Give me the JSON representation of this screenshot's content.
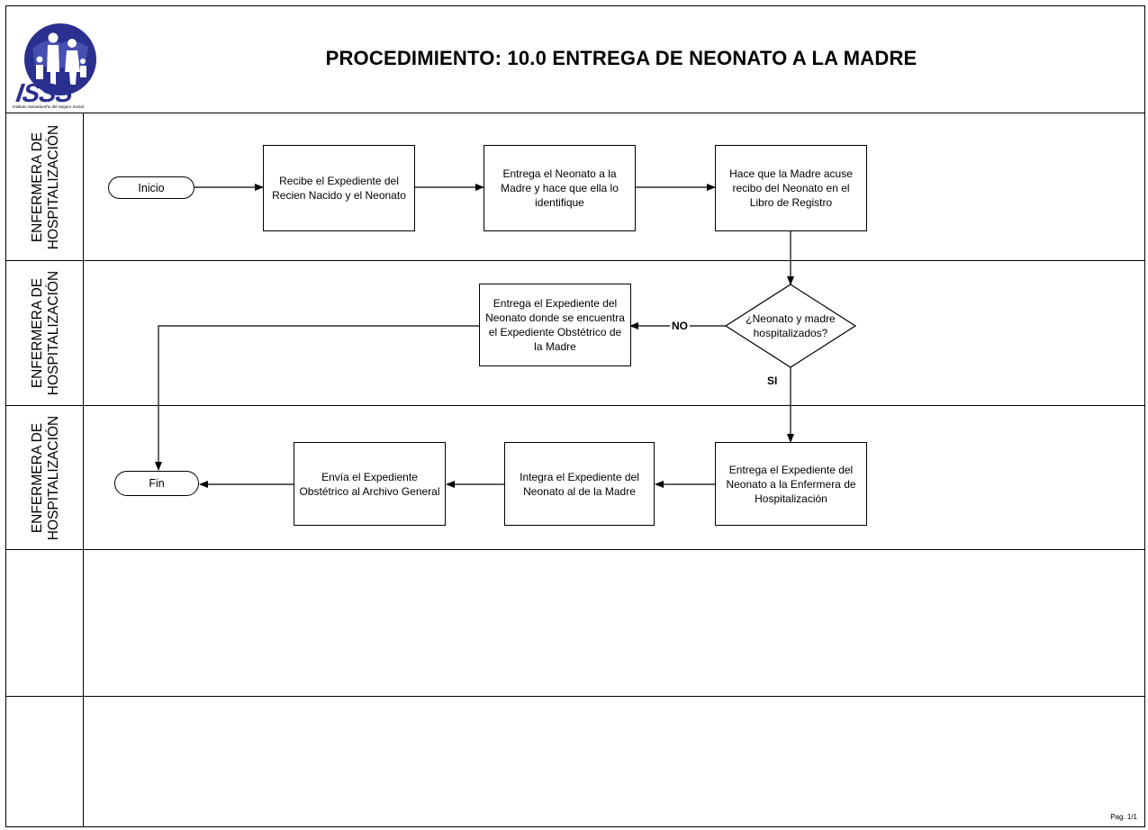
{
  "header": {
    "logo_text": "ISSS",
    "logo_subtitle": "Instituto Salvadoreño del Seguro Social",
    "title": "PROCEDIMIENTO: 10.0  ENTREGA DE NEONATO A LA MADRE"
  },
  "lanes": [
    {
      "label": "ENFERMERA DE\nHOSPITALIZACIÓN"
    },
    {
      "label": "ENFERMERA DE\nHOSPITALIZACIÓN"
    },
    {
      "label": "ENFERMERA DE\nHOSPITALIZACIÓN"
    },
    {
      "label": ""
    },
    {
      "label": ""
    }
  ],
  "nodes": {
    "inicio": "Inicio",
    "recibe": "Recibe el Expediente del Recien Nacido y el Neonato",
    "entrega_neonato": "Entrega el Neonato a la Madre y hace que ella lo identifique",
    "acuse": "Hace que la Madre acuse recibo del Neonato en el Libro de Registro",
    "decision": "¿Neonato y madre hospitalizados?",
    "entrega_obstetrico": "Entrega el Expediente del Neonato donde se encuentra el Expediente Obstétrico de la Madre",
    "entrega_enfermera": "Entrega el Expediente del Neonato a la Enfermera de Hospitalización",
    "integra": "Integra el Expediente del Neonato al de la Madre",
    "envia": "Envía el Expediente Obstétrico  al Archivo General",
    "fin": "Fin"
  },
  "flow_labels": {
    "no": "NO",
    "si": "SI"
  },
  "footer": {
    "page": "Pag. 1/1"
  }
}
